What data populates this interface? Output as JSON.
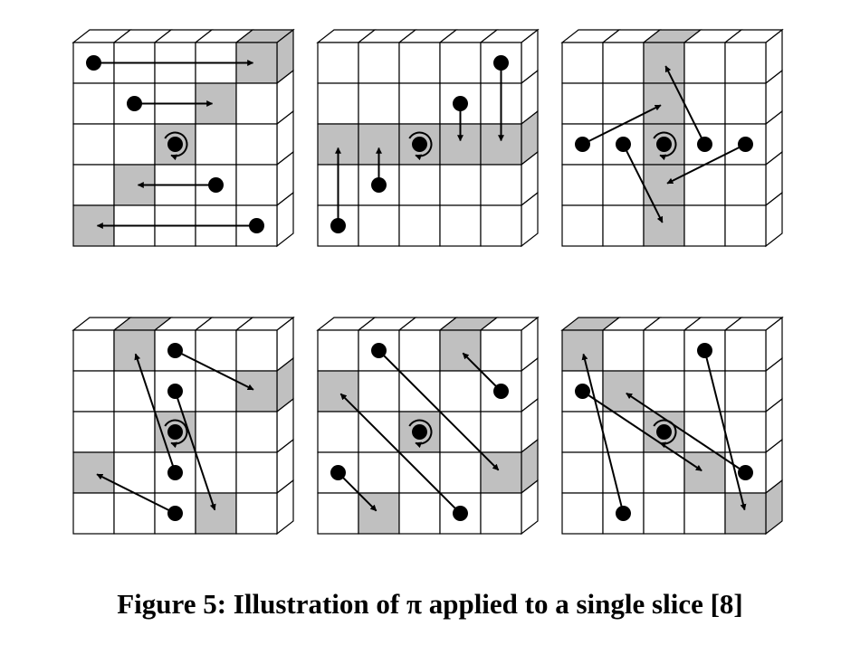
{
  "caption": "Figure 5:  Illustration of π applied to a single slice [8]",
  "grid": {
    "rows": 5,
    "cols": 5
  },
  "colors": {
    "highlight": "#c0c0c0",
    "line": "#000000",
    "cell": "#ffffff"
  },
  "rotation_center": [
    2,
    2
  ],
  "panels": [
    {
      "highlighted": [
        [
          0,
          4
        ],
        [
          1,
          3
        ],
        [
          2,
          2
        ],
        [
          3,
          1
        ],
        [
          4,
          0
        ]
      ],
      "top_highlight": [
        4
      ],
      "side_highlight": [
        0
      ],
      "arrows": [
        {
          "from": [
            0,
            0
          ],
          "to": [
            0,
            4
          ]
        },
        {
          "from": [
            1,
            1
          ],
          "to": [
            1,
            3
          ]
        },
        {
          "from": [
            3,
            3
          ],
          "to": [
            3,
            1
          ]
        },
        {
          "from": [
            4,
            4
          ],
          "to": [
            4,
            0
          ]
        }
      ]
    },
    {
      "highlighted": [
        [
          2,
          0
        ],
        [
          2,
          1
        ],
        [
          2,
          2
        ],
        [
          2,
          3
        ],
        [
          2,
          4
        ]
      ],
      "top_highlight": [],
      "side_highlight": [
        2
      ],
      "arrows": [
        {
          "from": [
            4,
            0
          ],
          "to": [
            2,
            0
          ]
        },
        {
          "from": [
            3,
            1
          ],
          "to": [
            2,
            1
          ]
        },
        {
          "from": [
            1,
            3
          ],
          "to": [
            2,
            3
          ]
        },
        {
          "from": [
            0,
            4
          ],
          "to": [
            2,
            4
          ]
        }
      ]
    },
    {
      "highlighted": [
        [
          0,
          2
        ],
        [
          1,
          2
        ],
        [
          2,
          2
        ],
        [
          3,
          2
        ],
        [
          4,
          2
        ]
      ],
      "top_highlight": [
        2
      ],
      "side_highlight": [],
      "arrows": [
        {
          "from": [
            2,
            0
          ],
          "to": [
            1,
            2
          ]
        },
        {
          "from": [
            2,
            1
          ],
          "to": [
            4,
            2
          ]
        },
        {
          "from": [
            2,
            3
          ],
          "to": [
            0,
            2
          ]
        },
        {
          "from": [
            2,
            4
          ],
          "to": [
            3,
            2
          ]
        }
      ]
    },
    {
      "highlighted": [
        [
          0,
          1
        ],
        [
          1,
          4
        ],
        [
          2,
          2
        ],
        [
          3,
          0
        ],
        [
          4,
          3
        ]
      ],
      "top_highlight": [
        1
      ],
      "side_highlight": [
        1
      ],
      "arrows": [
        {
          "from": [
            0,
            2
          ],
          "to": [
            1,
            4
          ]
        },
        {
          "from": [
            1,
            2
          ],
          "to": [
            4,
            3
          ]
        },
        {
          "from": [
            3,
            2
          ],
          "to": [
            0,
            1
          ]
        },
        {
          "from": [
            4,
            2
          ],
          "to": [
            3,
            0
          ]
        }
      ]
    },
    {
      "highlighted": [
        [
          0,
          3
        ],
        [
          1,
          0
        ],
        [
          2,
          2
        ],
        [
          3,
          4
        ],
        [
          4,
          1
        ]
      ],
      "top_highlight": [
        3
      ],
      "side_highlight": [
        3
      ],
      "arrows": [
        {
          "from": [
            0,
            1
          ],
          "to": [
            3,
            4
          ]
        },
        {
          "from": [
            1,
            4
          ],
          "to": [
            0,
            3
          ]
        },
        {
          "from": [
            3,
            0
          ],
          "to": [
            4,
            1
          ]
        },
        {
          "from": [
            4,
            3
          ],
          "to": [
            1,
            0
          ]
        }
      ]
    },
    {
      "highlighted": [
        [
          0,
          0
        ],
        [
          1,
          1
        ],
        [
          2,
          2
        ],
        [
          3,
          3
        ],
        [
          4,
          4
        ]
      ],
      "top_highlight": [
        0
      ],
      "side_highlight": [
        4
      ],
      "arrows": [
        {
          "from": [
            0,
            3
          ],
          "to": [
            4,
            4
          ]
        },
        {
          "from": [
            1,
            0
          ],
          "to": [
            3,
            3
          ]
        },
        {
          "from": [
            3,
            4
          ],
          "to": [
            1,
            1
          ]
        },
        {
          "from": [
            4,
            1
          ],
          "to": [
            0,
            0
          ]
        }
      ]
    }
  ]
}
